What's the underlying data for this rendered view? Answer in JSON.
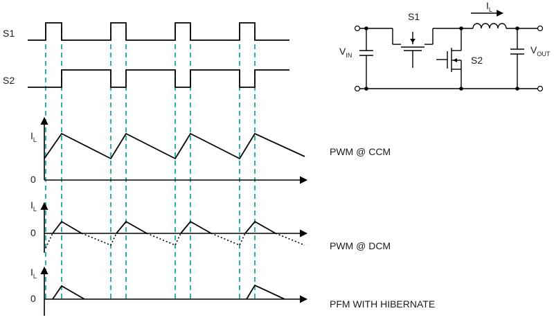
{
  "timing": {
    "s1_label": "S1",
    "s2_label": "S2",
    "il_label": "I",
    "il_sub": "L",
    "zero_label": "0"
  },
  "modes": {
    "ccm": "PWM @ CCM",
    "dcm": "PWM @ DCM",
    "pfm": "PFM WITH HIBERNATE"
  },
  "circuit": {
    "s1_label": "S1",
    "s2_label": "S2",
    "vin_label": "V",
    "vin_sub": "IN",
    "vout_label": "V",
    "vout_sub": "OUT",
    "il_label": "I",
    "il_sub": "L"
  }
}
